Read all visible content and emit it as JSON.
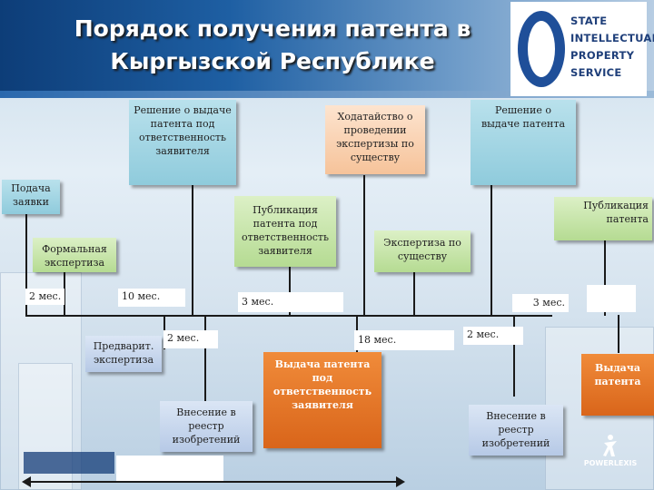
{
  "title": "Порядок получения патента в\nКыргызской Республике",
  "logo": {
    "lines": [
      "STATE",
      "INTELLECTUAL",
      "PROPERTY",
      "SERVICE"
    ],
    "color": "#1f4f99"
  },
  "brand": "POWERLEXIS",
  "steps": {
    "filing": "Подача\nзаявки",
    "formal_exam": "Формальная\nэкспертиза",
    "prelim_exam": "Предварит.\nэкспертиза",
    "decision_liability": "Решение о выдаче\nпатента под\nответственность\nзаявителя",
    "publication_liability": "Публикация\nпатента под\nответственность\nзаявителя",
    "registry_1": "Внесение в\nреестр\nизобретений",
    "issue_liability": "Выдача патента\nпод ответственность\nзаявителя",
    "petition_exam": "Ходатайство о\nпроведении\nэкспертизы по\nсуществу",
    "substantive_exam": "Экспертиза по\nсуществу",
    "decision_patent": "Решение о\nвыдаче патента",
    "publication_patent": "Публикация\nпатента",
    "issue_patent": "Выдача\nпатента",
    "registry_2": "Внесение в\nреестр\nизобретений"
  },
  "durations": {
    "d1": "2 мес.",
    "d2": "10 мес.",
    "d3": "2 мес.",
    "d4": "3 мес.",
    "d5": "18 мес.",
    "d6": "2 мес.",
    "d7": "3 мес."
  },
  "colors": {
    "teal": "#8fcbdc",
    "green": "#b5db92",
    "peach": "#f6c39a",
    "blue": "#b6c9e6",
    "orange": "#d9651a",
    "header": "#0d3d78"
  }
}
